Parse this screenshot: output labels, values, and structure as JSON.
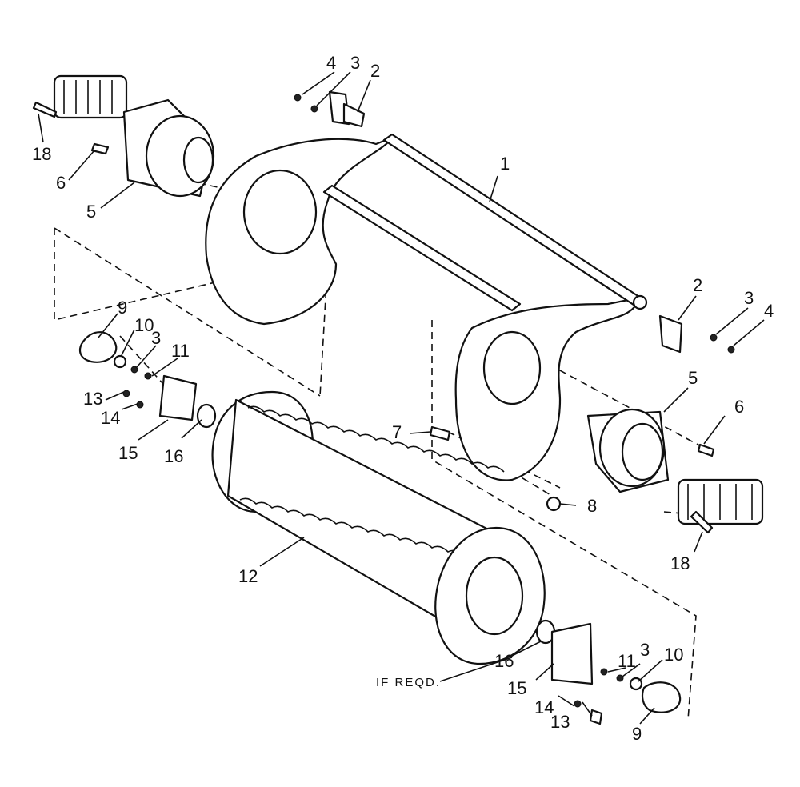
{
  "callouts": {
    "c1": "1",
    "c2a": "2",
    "c2b": "2",
    "c3a": "3",
    "c3b": "3",
    "c3c": "3",
    "c3d": "3",
    "c4a": "4",
    "c4b": "4",
    "c5a": "5",
    "c5b": "5",
    "c6a": "6",
    "c6b": "6",
    "c7": "7",
    "c8": "8",
    "c9a": "9",
    "c9b": "9",
    "c10a": "10",
    "c10b": "10",
    "c11a": "11",
    "c11b": "11",
    "c12": "12",
    "c13a": "13",
    "c13b": "13",
    "c14a": "14",
    "c14b": "14",
    "c15a": "15",
    "c15b": "15",
    "c16a": "16",
    "c16b": "16",
    "c18a": "18",
    "c18b": "18"
  },
  "note": "IF REQD."
}
